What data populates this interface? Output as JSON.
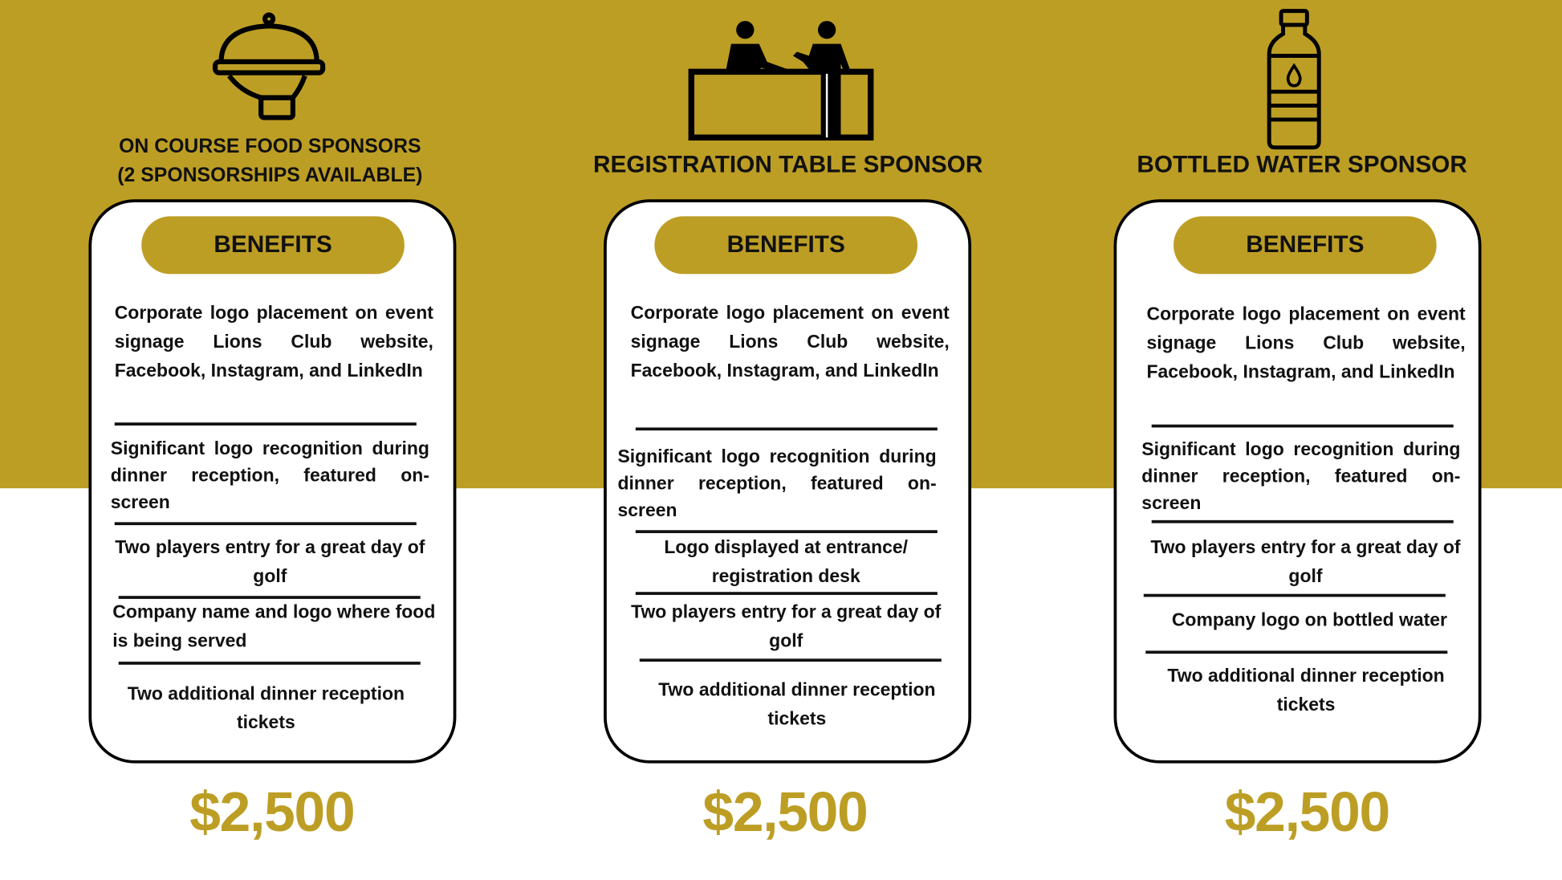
{
  "colors": {
    "gold": "#BD9E25",
    "ink": "#111111",
    "white": "#FFFFFF"
  },
  "sponsors": [
    {
      "icon": "food-cloche-icon",
      "title_line1": "ON COURSE FOOD SPONSORS",
      "title_line2": "(2 SPONSORSHIPS AVAILABLE)",
      "benefits_label": "BENEFITS",
      "benefits": [
        "Corporate logo placement on event signage Lions Club website, Facebook, Instagram, and LinkedIn",
        "Significant logo recognition during dinner reception, featured on-screen",
        "Two players entry for a great day of golf",
        "Company name and logo where food is being served",
        "Two additional dinner reception tickets"
      ],
      "price": "$2,500"
    },
    {
      "icon": "registration-desk-icon",
      "title_line1": "REGISTRATION TABLE SPONSOR",
      "benefits_label": "BENEFITS",
      "benefits": [
        "Corporate logo placement on event signage Lions Club website, Facebook, Instagram, and LinkedIn",
        "Significant logo recognition during dinner reception, featured on-screen",
        "Logo displayed at entrance/ registration desk",
        "Two players entry for a great day of golf",
        "Two additional dinner reception tickets"
      ],
      "price": "$2,500"
    },
    {
      "icon": "water-bottle-icon",
      "title_line1": "BOTTLED WATER SPONSOR",
      "benefits_label": "BENEFITS",
      "benefits": [
        "Corporate logo placement on event signage Lions Club website, Facebook, Instagram, and LinkedIn",
        "Significant logo recognition during dinner reception, featured on-screen",
        "Two players entry for a great day of golf",
        "Company logo on bottled water",
        "Two additional dinner reception tickets"
      ],
      "price": "$2,500"
    }
  ]
}
